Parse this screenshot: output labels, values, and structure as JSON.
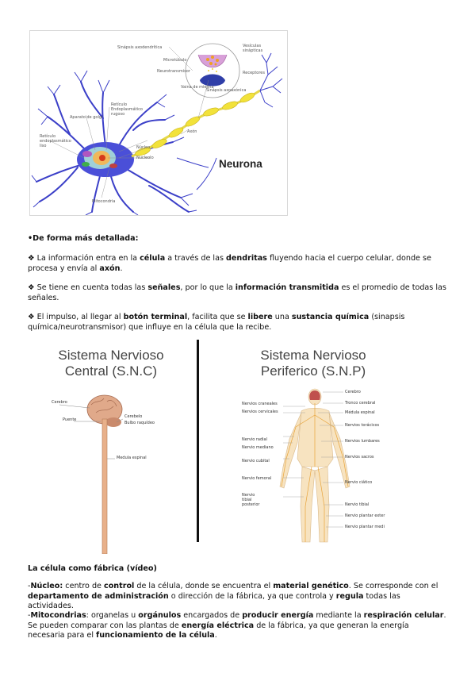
{
  "neuron_figure": {
    "title": "Neurona",
    "labels": {
      "sinapsis_axodendritica": "Sinápsis axodendrítica",
      "microtubulo": "Microtúbulo",
      "vesiculas": "Vesículas sinápticas",
      "neurotransmisor": "Neurotransmisor",
      "receptores": "Receptores",
      "vaina": "Vaina de mielina",
      "sinapsis_axoaxonica": "Sinápsis axoaxónica",
      "golgi": "Aparato de golgi",
      "reticulo_rugoso": "Retículo Endoplasmático rugoso",
      "reticulo_liso": "Retículo endoplasmático liso",
      "axon": "Axón",
      "nucleo": "Núcleo",
      "nucleolo": "Nucleolo",
      "mitocondria": "Mitocondria"
    }
  },
  "heading_detallada": "•De forma más detallada:",
  "bullets": [
    {
      "marker": "❖",
      "parts": [
        " La información entra en la ",
        "célula",
        " a través de las ",
        "dendritas",
        " fluyendo hacia el cuerpo celular, donde se procesa y envía al ",
        "axón",
        "."
      ]
    },
    {
      "marker": "❖",
      "parts": [
        " Se tiene en cuenta todas las ",
        "señales",
        ", por lo que la ",
        "información transmitida",
        " es el promedio de todas las señales."
      ]
    },
    {
      "marker": "❖",
      "parts": [
        " El impulso, al llegar al ",
        "botón terminal",
        ", facilita que se ",
        "libere",
        " una ",
        "sustancia química",
        " (sinapsis química/neurotransmisor) que influye en la célula que la recibe."
      ]
    }
  ],
  "snc": {
    "title_line1": "Sistema Nervioso",
    "title_line2": "Central (S.N.C)",
    "labels": {
      "cerebro": "Cerebro",
      "puente": "Puente",
      "cerebelo": "Cerebelo",
      "bulbo": "Bulbo raquídeo",
      "medula": "Medula espinal"
    }
  },
  "snp": {
    "title_line1": "Sistema Nervioso",
    "title_line2": "Periferico (S.N.P)",
    "left_labels": [
      "Nervios craneales",
      "Nervios cervicales",
      "Nervio radial",
      "Nervio mediano",
      "Nervio cubital",
      "Nervio femoral",
      "Nervio tibial posterior"
    ],
    "right_labels": [
      "Cerebro",
      "Tronco cerebral",
      "Médula espinal",
      "Nervios torácicos",
      "Nervios lumbares",
      "Nervios sacros",
      "Nervio ciático",
      "Nervio tibial",
      "Nervio plantar exter",
      "Nervio plantar medi"
    ]
  },
  "fabrica_heading": "La célula como fábrica (vídeo)",
  "fabrica_paragraphs": [
    {
      "parts": [
        "-",
        "Núcleo:",
        " centro de ",
        "control",
        " de la célula, donde se encuentra el ",
        "material genético",
        ". Se corresponde con el ",
        "departamento de administración",
        " o dirección de la fábrica, ya que controla y ",
        "regula",
        " todas las actividades."
      ]
    },
    {
      "parts": [
        "-",
        "Mitocondrias",
        ": organelas u ",
        "orgánulos",
        " encargados de ",
        "producir energía",
        " mediante la ",
        "respiración celular",
        ". Se pueden comparar con las plantas de ",
        "energía eléctrica",
        " de la fábrica, ya que generan la energía necesaria para el ",
        "funcionamiento de la célula",
        "."
      ]
    }
  ]
}
